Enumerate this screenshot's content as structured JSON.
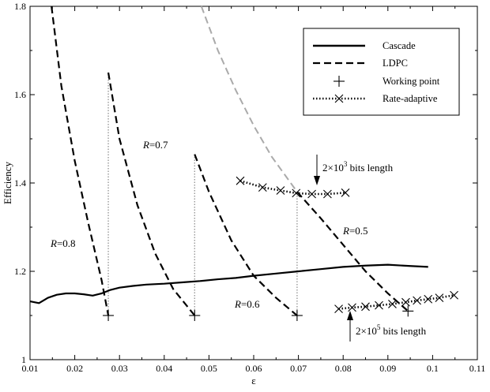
{
  "chart_data": {
    "type": "line",
    "xlabel": "ε",
    "ylabel": "Efficiency",
    "xlim": [
      0.01,
      0.11
    ],
    "ylim": [
      1.0,
      1.8
    ],
    "x_ticks": [
      "0.01",
      "0.02",
      "0.03",
      "0.04",
      "0.05",
      "0.06",
      "0.07",
      "0.08",
      "0.09",
      "0.1",
      "0.11"
    ],
    "y_ticks": [
      "1",
      "1.2",
      "1.4",
      "1.6",
      "1.8"
    ],
    "grid": false,
    "legend_position": "top-right",
    "legend": {
      "cascade": "Cascade",
      "ldpc": "LDPC",
      "working_point": "Working point",
      "rate_adaptive": "Rate-adaptive"
    },
    "annotations": {
      "r08": {
        "prefix": "R",
        "suffix": "=0.8"
      },
      "r07": {
        "prefix": "R",
        "suffix": "=0.7"
      },
      "r06": {
        "prefix": "R",
        "suffix": "=0.6"
      },
      "r05": {
        "prefix": "R",
        "suffix": "=0.5"
      },
      "len3": {
        "lead": "2×10",
        "exp": "3",
        "tail": " bits length"
      },
      "len5": {
        "lead": "2×10",
        "exp": "5",
        "tail": " bits length"
      }
    },
    "series": [
      {
        "name": "Cascade",
        "style": "solid",
        "color": "#000000",
        "x": [
          0.01,
          0.012,
          0.014,
          0.016,
          0.018,
          0.02,
          0.022,
          0.024,
          0.026,
          0.028,
          0.03,
          0.033,
          0.036,
          0.04,
          0.044,
          0.048,
          0.052,
          0.056,
          0.06,
          0.065,
          0.07,
          0.075,
          0.08,
          0.085,
          0.09,
          0.095,
          0.099
        ],
        "y": [
          1.132,
          1.128,
          1.14,
          1.147,
          1.15,
          1.15,
          1.148,
          1.145,
          1.15,
          1.158,
          1.163,
          1.167,
          1.17,
          1.172,
          1.175,
          1.178,
          1.182,
          1.185,
          1.19,
          1.195,
          1.2,
          1.205,
          1.21,
          1.213,
          1.215,
          1.212,
          1.21
        ]
      },
      {
        "name": "LDPC",
        "style": "dashed",
        "color": "#000000",
        "segments": [
          {
            "x": [
              0.0148,
              0.017,
              0.02,
              0.023,
              0.026,
              0.0275
            ],
            "y": [
              1.8,
              1.62,
              1.45,
              1.31,
              1.18,
              1.1
            ]
          },
          {
            "x": [
              0.0275,
              0.03,
              0.034,
              0.038,
              0.042,
              0.0468
            ],
            "y": [
              1.65,
              1.5,
              1.35,
              1.24,
              1.16,
              1.1
            ]
          },
          {
            "x": [
              0.0468,
              0.05,
              0.055,
              0.06,
              0.065,
              0.0697
            ],
            "y": [
              1.465,
              1.38,
              1.27,
              1.19,
              1.14,
              1.1
            ]
          },
          {
            "x": [
              0.0697,
              0.075,
              0.08,
              0.085,
              0.09,
              0.0945
            ],
            "y": [
              1.38,
              1.32,
              1.26,
              1.2,
              1.15,
              1.11
            ]
          }
        ],
        "extension": {
          "color": "#aaaaaa",
          "x": [
            0.0483,
            0.052,
            0.056,
            0.06,
            0.064,
            0.0697
          ],
          "y": [
            1.8,
            1.7,
            1.61,
            1.53,
            1.46,
            1.38
          ]
        }
      },
      {
        "name": "Working point",
        "style": "marker-plus",
        "color": "#000000",
        "x": [
          0.0275,
          0.0468,
          0.0697,
          0.0945
        ],
        "y": [
          1.1,
          1.1,
          1.1,
          1.11
        ]
      },
      {
        "name": "Rate-adaptive",
        "style": "dotted-x",
        "color": "#000000",
        "segments": [
          {
            "x": [
              0.057,
              0.062,
              0.066,
              0.0695,
              0.073,
              0.0765,
              0.0805
            ],
            "y": [
              1.405,
              1.39,
              1.383,
              1.377,
              1.375,
              1.375,
              1.378
            ]
          },
          {
            "x": [
              0.079,
              0.082,
              0.085,
              0.088,
              0.091,
              0.094,
              0.0965,
              0.099,
              0.1015,
              0.1048
            ],
            "y": [
              1.115,
              1.118,
              1.12,
              1.123,
              1.126,
              1.13,
              1.134,
              1.137,
              1.14,
              1.146
            ]
          }
        ]
      }
    ],
    "vertical_dotted_lines": [
      {
        "x": 0.0275,
        "y": [
          1.1,
          1.65
        ]
      },
      {
        "x": 0.0468,
        "y": [
          1.1,
          1.465
        ]
      },
      {
        "x": 0.0697,
        "y": [
          1.1,
          1.38
        ]
      }
    ]
  }
}
